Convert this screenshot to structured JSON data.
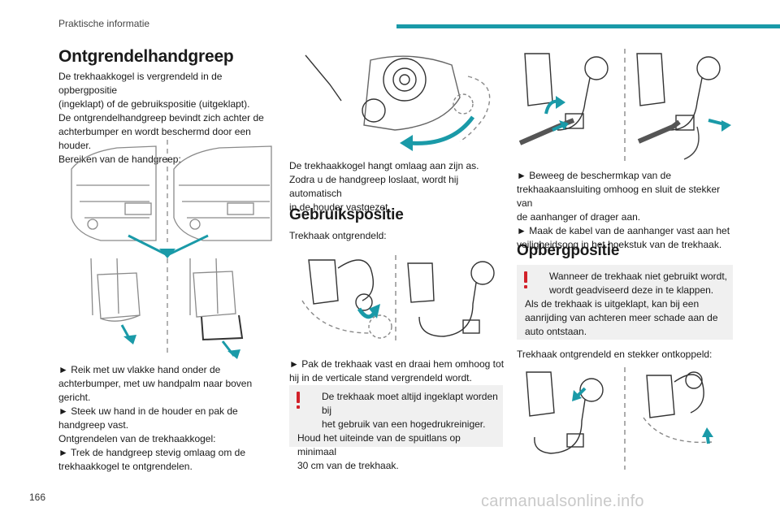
{
  "header": {
    "section": "Praktische informatie",
    "accent_color": "#1a9aa8"
  },
  "page_number": "166",
  "watermark": "carmanualsonline.info",
  "col1": {
    "title": "Ontgrendelhandgreep",
    "intro": [
      "De trekhaakkogel is vergrendeld in de opbergpositie",
      "(ingeklapt) of de gebruikspositie (uitgeklapt).",
      "De ontgrendelhandgreep bevindt zich achter de",
      "achterbumper en wordt beschermd door een houder.",
      "Bereiken van de handgreep:"
    ],
    "steps": [
      "► Reik met uw vlakke hand onder de",
      "achterbumper, met uw handpalm naar boven",
      "gericht.",
      "► Steek uw hand in de houder en pak de",
      "handgreep vast.",
      "Ontgrendelen van de trekhaakkogel:",
      "► Trek de handgreep stevig omlaag om de",
      "trekhaakkogel te ontgrendelen."
    ]
  },
  "col2": {
    "caption": [
      "De trekhaakkogel hangt omlaag aan zijn as.",
      "Zodra u de handgreep loslaat, wordt hij automatisch",
      "in de houder vastgezet."
    ],
    "title": "Gebruikspositie",
    "subtitle": "Trekhaak ontgrendeld:",
    "step": [
      "► Pak de trekhaak vast en draai hem omhoog tot",
      "hij in de verticale stand vergrendeld wordt."
    ],
    "warning": {
      "lead": [
        "De trekhaak moet altijd ingeklapt worden bij",
        "het gebruik van een hogedrukreiniger."
      ],
      "body": [
        "Houd het uiteinde van de spuitlans op minimaal",
        "30 cm van de trekhaak."
      ]
    }
  },
  "col3": {
    "steps": [
      "► Beweeg de beschermkap van de",
      "trekhaakaansluiting omhoog en sluit de stekker van",
      "de aanhanger of drager aan.",
      "► Maak de kabel van de aanhanger vast aan het",
      "veiligheidsoog in het hoekstuk van de trekhaak."
    ],
    "title": "Opbergpositie",
    "warning": {
      "lead": [
        "Wanneer de trekhaak niet gebruikt wordt,",
        "wordt geadviseerd deze in te klappen."
      ],
      "body": [
        "Als de trekhaak is uitgeklapt, kan bij een",
        "aanrijding van achteren meer schade aan de",
        "auto ontstaan."
      ]
    },
    "subtitle": "Trekhaak ontgrendeld en stekker ontkoppeld:"
  },
  "colors": {
    "arrow": "#1a9aa8",
    "warning": "#d2212a",
    "line": "#8a8a8a"
  }
}
